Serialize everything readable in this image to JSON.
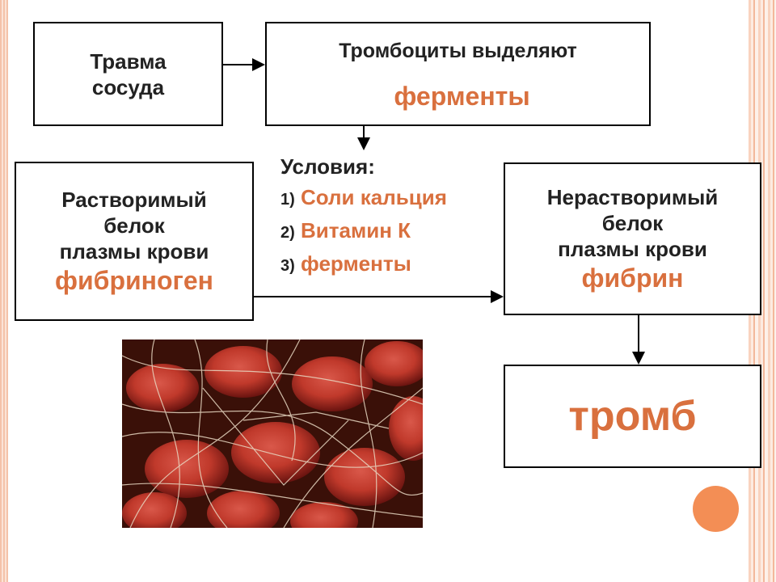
{
  "box_injury": {
    "line1": "Травма",
    "line2": "сосуда"
  },
  "box_platelets": {
    "line1": "Тромбоциты  выделяют",
    "line2": "ферменты"
  },
  "conditions": {
    "title": "Условия:",
    "items": [
      {
        "num": "1)",
        "text": "Соли кальция"
      },
      {
        "num": "2)",
        "text": "Витамин  К"
      },
      {
        "num": "3)",
        "text": "ферменты"
      }
    ]
  },
  "box_soluble": {
    "line1": "Растворимый",
    "line2": "белок",
    "line3": "плазмы крови",
    "line4": "фибриноген"
  },
  "box_insoluble": {
    "line1": "Нерастворимый",
    "line2": "белок",
    "line3": "плазмы крови",
    "line4": "фибрин"
  },
  "box_thrombus": {
    "label": "тромб"
  },
  "colors": {
    "accent": "#d9703e",
    "circle": "#f38e55",
    "text": "#222222"
  }
}
